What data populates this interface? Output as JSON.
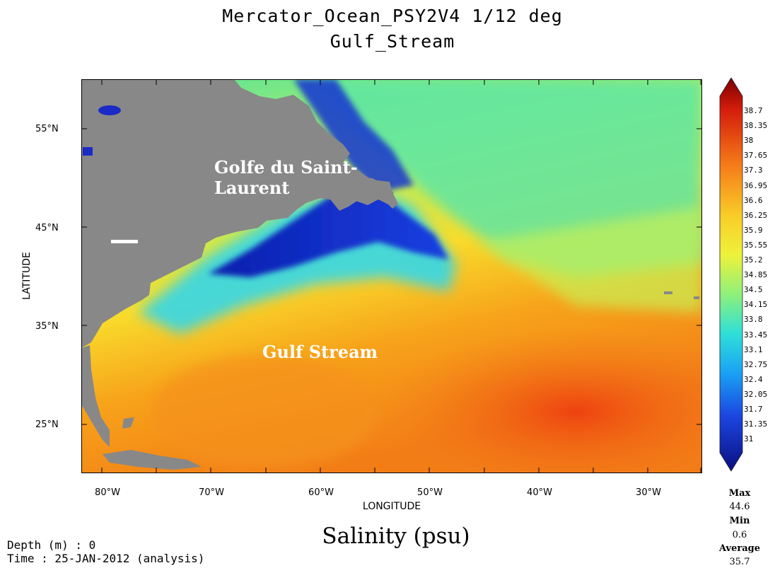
{
  "title": {
    "line1": "Mercator_Ocean_PSY2V4 1/12 deg",
    "line2": "Gulf_Stream"
  },
  "map": {
    "latitude_ticks": [
      "55°N",
      "45°N",
      "35°N",
      "25°N"
    ],
    "longitude_ticks": [
      "80°W",
      "70°W",
      "60°W",
      "50°W",
      "40°W",
      "30°W"
    ],
    "y_axis_label": "LATITUDE",
    "x_axis_label": "LONGITUDE",
    "annotations": {
      "gulf_of_st_lawrence": "Golfe du Saint-\nLaurent",
      "gulf_stream": "Gulf Stream"
    },
    "colors": {
      "land": "#888888",
      "fresh": "#0d1fb3",
      "mid": "#f7e53a",
      "salty": "#ee4a12"
    }
  },
  "colorbar": {
    "levels": [
      "38.7",
      "38.35",
      "38",
      "37.65",
      "37.3",
      "36.95",
      "36.6",
      "36.25",
      "35.9",
      "35.55",
      "35.2",
      "34.85",
      "34.5",
      "34.15",
      "33.8",
      "33.45",
      "33.1",
      "32.75",
      "32.4",
      "32.05",
      "31.7",
      "31.35",
      "31"
    ]
  },
  "stats": {
    "max_label": "Max",
    "max_value": "44.6",
    "min_label": "Min",
    "min_value": "0.6",
    "avg_label": "Average",
    "avg_value": "35.7"
  },
  "variable_title": "Salinity (psu)",
  "footer": {
    "depth": "Depth (m) : 0",
    "time": "Time : 25-JAN-2012 (analysis)"
  }
}
